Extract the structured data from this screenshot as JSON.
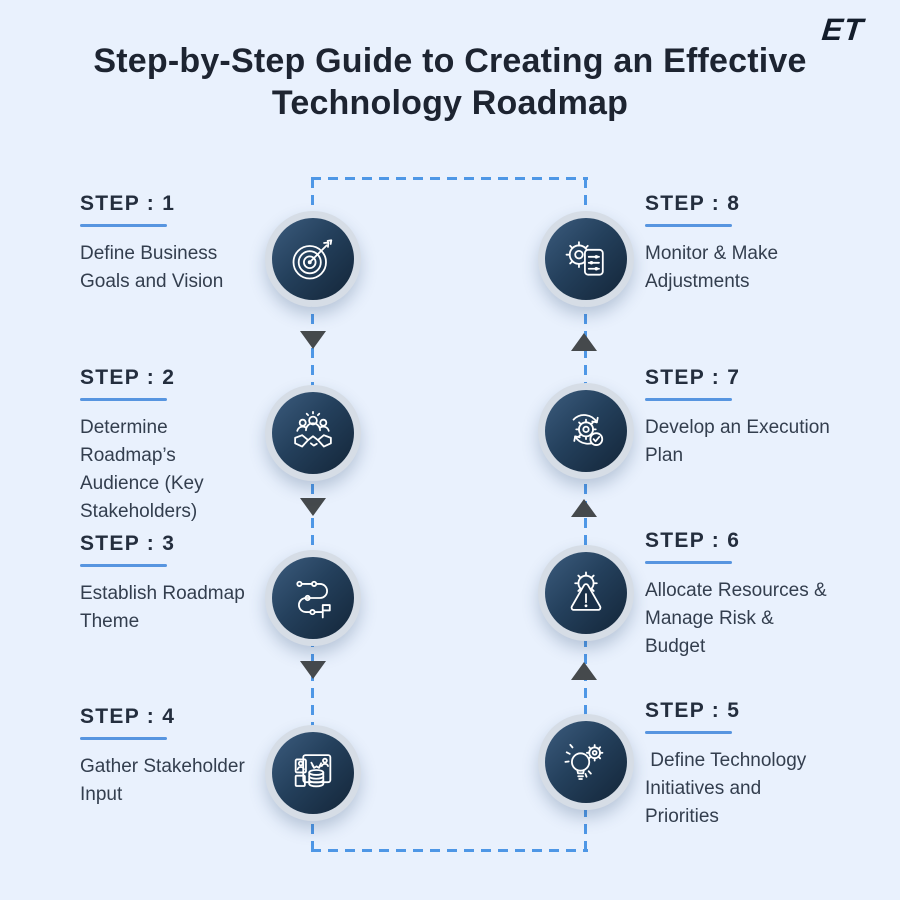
{
  "header": {
    "title": "Step-by-Step Guide to Creating an Effective Technology Roadmap"
  },
  "logo": {
    "text": "ET"
  },
  "colors": {
    "background": "#e9f1fd",
    "accent_underline": "#5795e0",
    "connector_dashed": "#4e97e6",
    "arrow": "#45494c",
    "circle_ring": "#d6dde6",
    "circle_gradient_start": "#3c5c7e",
    "circle_gradient_end": "#132538",
    "title_text": "#1d2431",
    "body_text": "#333e4e",
    "icon_stroke": "#ffffff"
  },
  "steps": [
    {
      "label": "STEP : 1",
      "description": "Define Business Goals and Vision",
      "icon": "target-goal-icon"
    },
    {
      "label": "STEP : 2",
      "description": "Determine Roadmap’s Audience (Key Stakeholders)",
      "icon": "stakeholders-handshake-icon"
    },
    {
      "label": "STEP : 3",
      "description": "Establish Roadmap Theme",
      "icon": "roadmap-route-icon"
    },
    {
      "label": "STEP : 4",
      "description": "Gather Stakeholder Input",
      "icon": "gather-input-icon"
    },
    {
      "label": "STEP : 5",
      "description": " Define Technology Initiatives and Priorities",
      "icon": "idea-lightbulb-gear-icon"
    },
    {
      "label": "STEP : 6",
      "description": "Allocate Resources & Manage Risk & Budget",
      "icon": "risk-warning-gear-icon"
    },
    {
      "label": "STEP : 7",
      "description": "Develop an Execution Plan",
      "icon": "execution-gear-sync-icon"
    },
    {
      "label": "STEP : 8",
      "description": "Monitor & Make Adjustments",
      "icon": "monitor-gear-checklist-icon"
    }
  ]
}
